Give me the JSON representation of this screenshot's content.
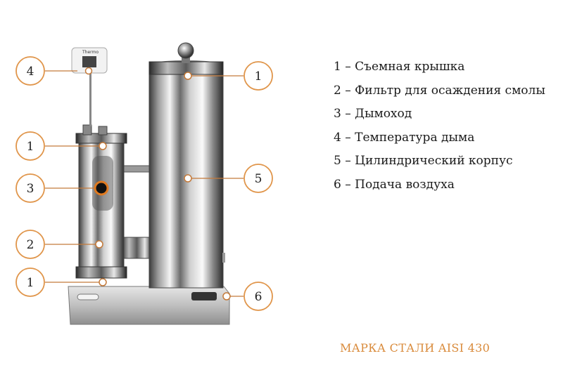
{
  "legend": [
    "1 – Съемная крышка",
    "2 – Фильтр для осаждения смолы",
    "3 – Дымоход",
    "4 – Температура дыма",
    "5 – Цилиндрический корпус",
    "6 – Подача воздуха"
  ],
  "steel_grade": "МАРКА СТАЛИ AISI 430",
  "thermometer_label": "Thermo",
  "markers": [
    "4",
    "1",
    "3",
    "2",
    "1",
    "1",
    "5",
    "6"
  ],
  "colors": {
    "accent": "#e0954a",
    "steel_text": "#d98a3a"
  }
}
